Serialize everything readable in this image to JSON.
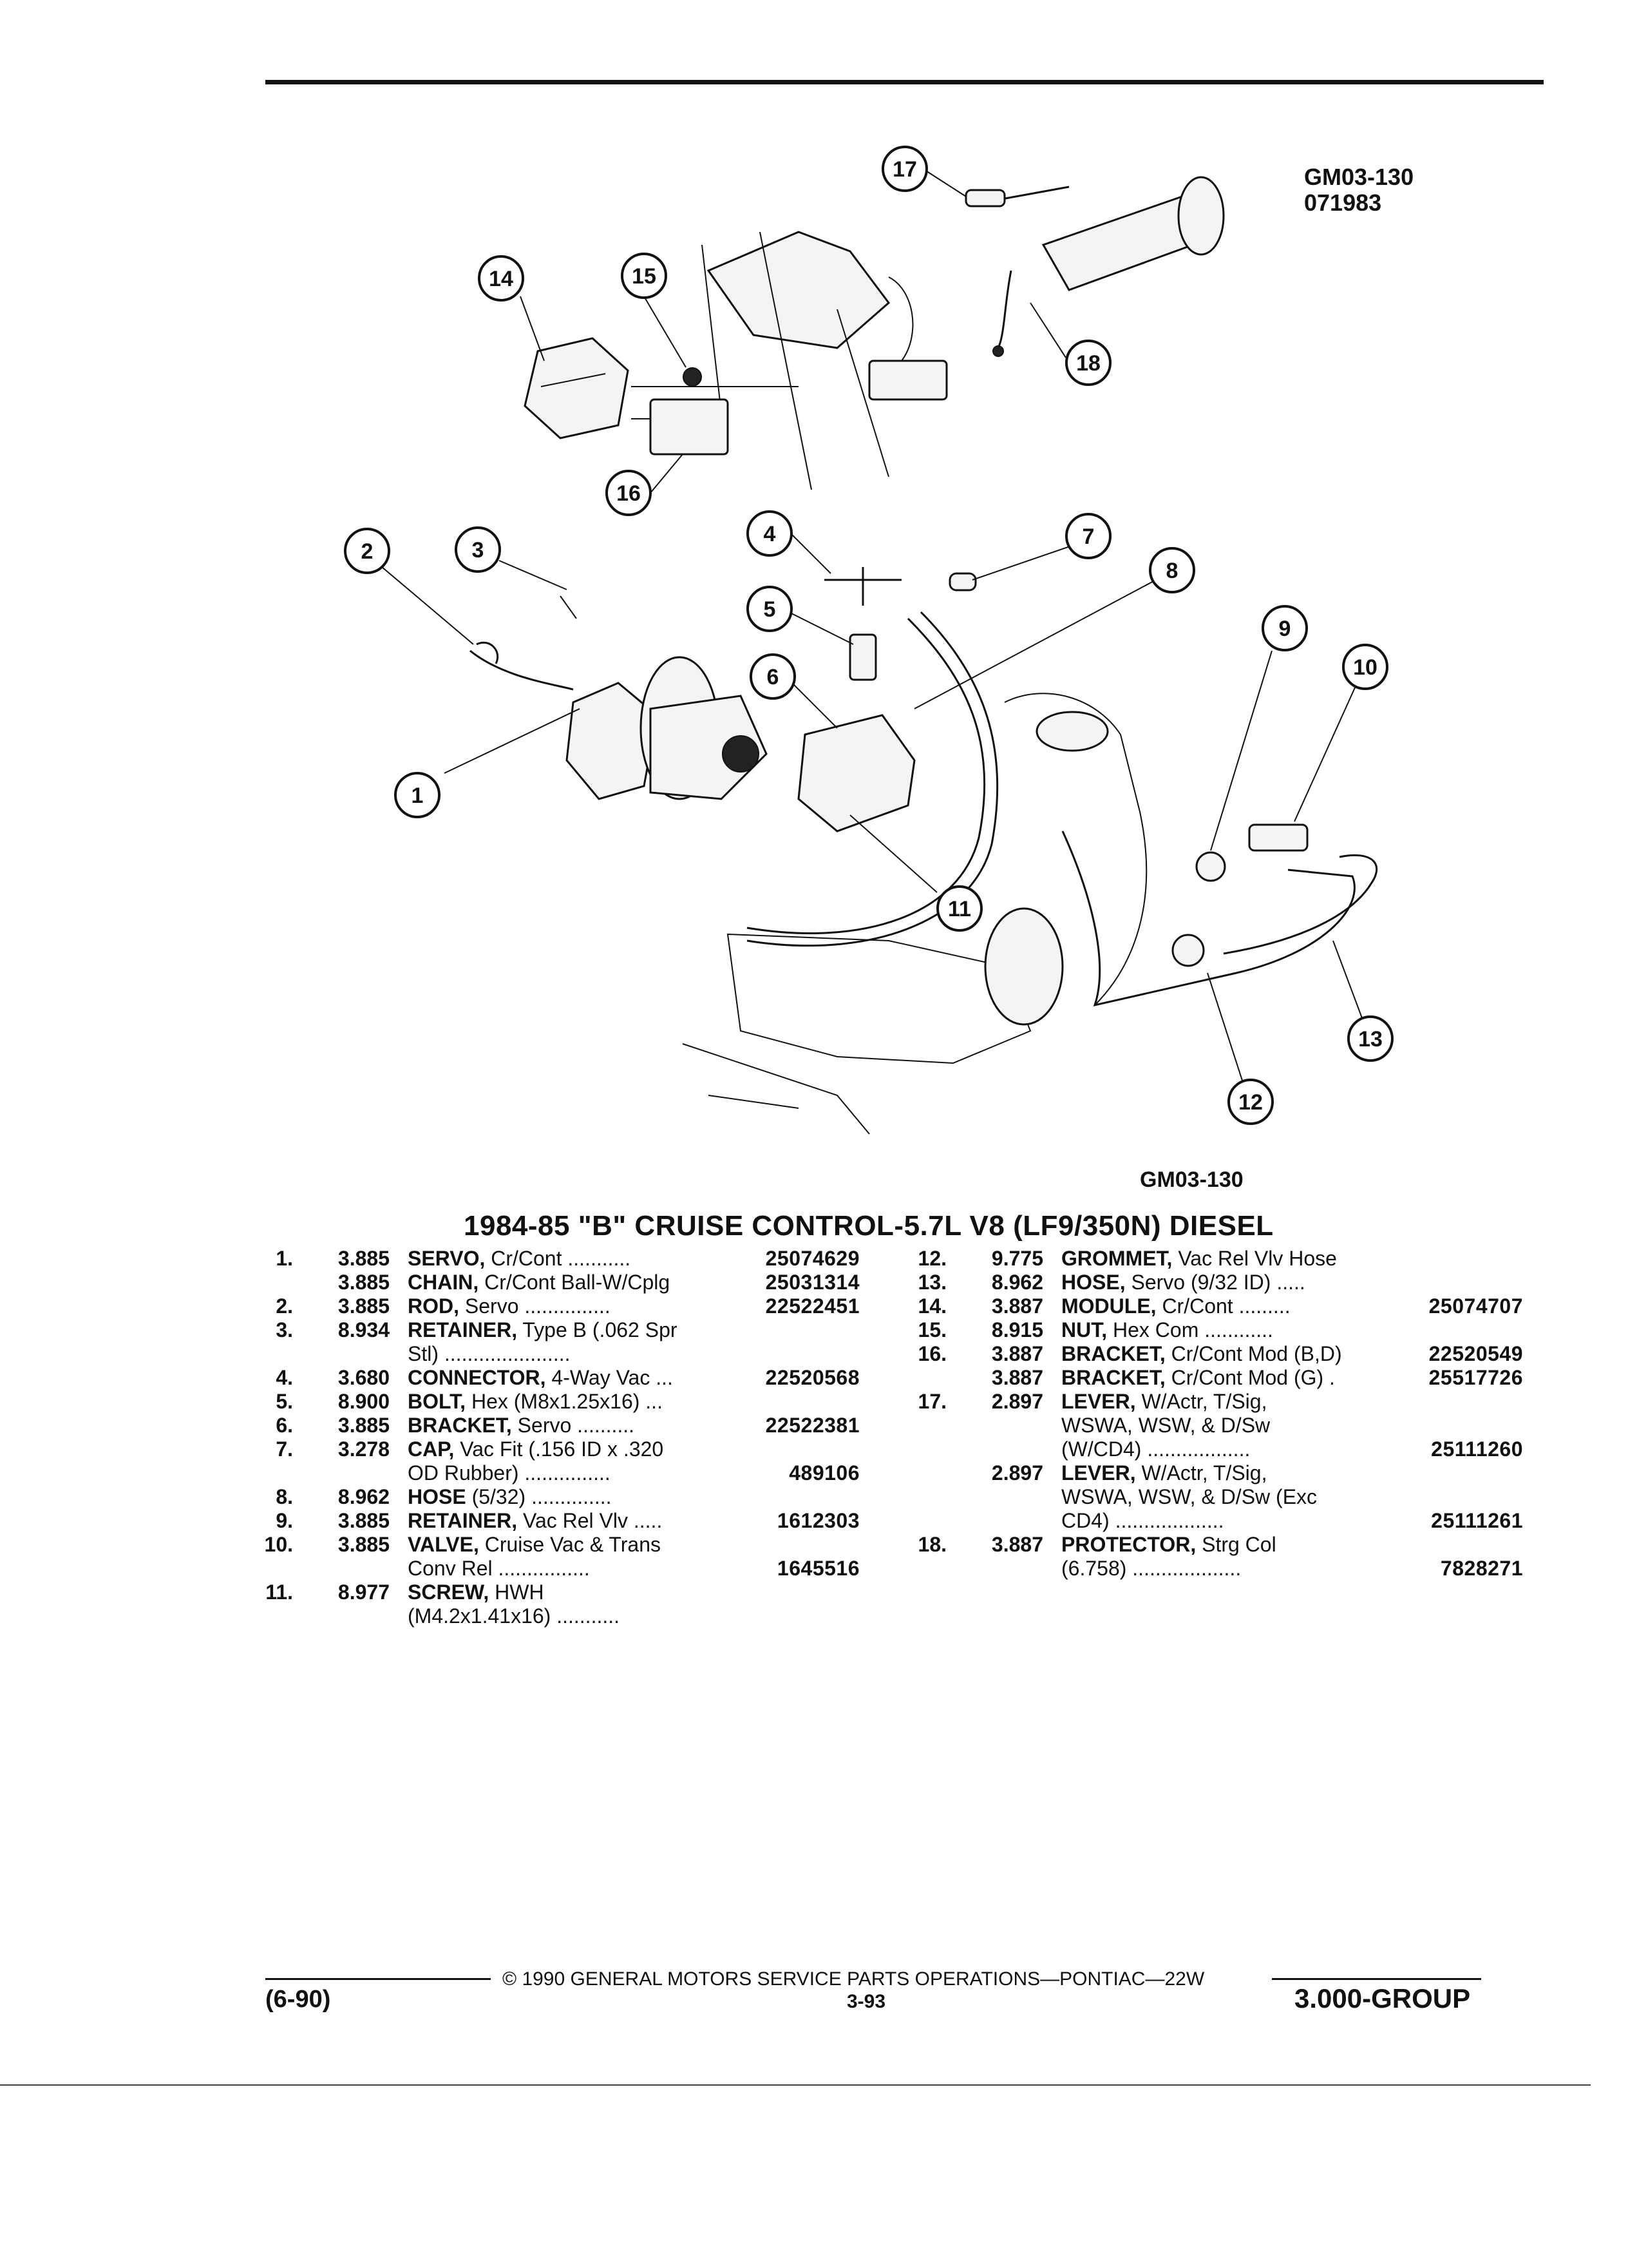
{
  "figure": {
    "id_line1": "GM03-130",
    "id_line2": "071983",
    "caption": "GM03-130",
    "callouts": [
      "1",
      "2",
      "3",
      "4",
      "5",
      "6",
      "7",
      "8",
      "9",
      "10",
      "11",
      "12",
      "13",
      "14",
      "15",
      "16",
      "17",
      "18"
    ]
  },
  "title": "1984-85 \"B\" CRUISE CONTROL-5.7L V8 (LF9/350N) DIESEL",
  "left_column": [
    {
      "num": "1.",
      "grp": "3.885",
      "name": "SERVO,",
      "desc": " Cr/Cont ...........",
      "pn": "25074629"
    },
    {
      "num": "",
      "grp": "3.885",
      "name": "CHAIN,",
      "desc": " Cr/Cont Ball-W/Cplg",
      "pn": "25031314"
    },
    {
      "num": "2.",
      "grp": "3.885",
      "name": "ROD,",
      "desc": " Servo ...............",
      "pn": "22522451"
    },
    {
      "num": "3.",
      "grp": "8.934",
      "name": "RETAINER,",
      "desc": " Type B (.062 Spr",
      "pn": ""
    },
    {
      "num": "",
      "grp": "",
      "name": "",
      "desc": "Stl) ......................",
      "pn": ""
    },
    {
      "num": "4.",
      "grp": "3.680",
      "name": "CONNECTOR,",
      "desc": " 4-Way Vac ...",
      "pn": "22520568"
    },
    {
      "num": "5.",
      "grp": "8.900",
      "name": "BOLT,",
      "desc": " Hex (M8x1.25x16) ...",
      "pn": ""
    },
    {
      "num": "6.",
      "grp": "3.885",
      "name": "BRACKET,",
      "desc": " Servo ..........",
      "pn": "22522381"
    },
    {
      "num": "7.",
      "grp": "3.278",
      "name": "CAP,",
      "desc": " Vac Fit (.156 ID x .320",
      "pn": ""
    },
    {
      "num": "",
      "grp": "",
      "name": "",
      "desc": "OD Rubber) ...............",
      "pn": "489106"
    },
    {
      "num": "8.",
      "grp": "8.962",
      "name": "HOSE",
      "desc": " (5/32) ..............",
      "pn": ""
    },
    {
      "num": "9.",
      "grp": "3.885",
      "name": "RETAINER,",
      "desc": " Vac Rel Vlv .....",
      "pn": "1612303"
    },
    {
      "num": "10.",
      "grp": "3.885",
      "name": "VALVE,",
      "desc": " Cruise Vac & Trans",
      "pn": ""
    },
    {
      "num": "",
      "grp": "",
      "name": "",
      "desc": "Conv Rel ................",
      "pn": "1645516"
    },
    {
      "num": "11.",
      "grp": "8.977",
      "name": "SCREW,",
      "desc": " HWH",
      "pn": ""
    },
    {
      "num": "",
      "grp": "",
      "name": "",
      "desc": "(M4.2x1.41x16) ...........",
      "pn": ""
    }
  ],
  "right_column": [
    {
      "num": "12.",
      "grp": "9.775",
      "name": "GROMMET,",
      "desc": " Vac Rel Vlv Hose",
      "pn": ""
    },
    {
      "num": "13.",
      "grp": "8.962",
      "name": "HOSE,",
      "desc": " Servo (9/32 ID) .....",
      "pn": ""
    },
    {
      "num": "14.",
      "grp": "3.887",
      "name": "MODULE,",
      "desc": " Cr/Cont .........",
      "pn": "25074707"
    },
    {
      "num": "15.",
      "grp": "8.915",
      "name": "NUT,",
      "desc": " Hex Com ............",
      "pn": ""
    },
    {
      "num": "16.",
      "grp": "3.887",
      "name": "BRACKET,",
      "desc": " Cr/Cont Mod (B,D)",
      "pn": "22520549"
    },
    {
      "num": "",
      "grp": "3.887",
      "name": "BRACKET,",
      "desc": " Cr/Cont Mod (G) .",
      "pn": "25517726"
    },
    {
      "num": "17.",
      "grp": "2.897",
      "name": "LEVER,",
      "desc": " W/Actr, T/Sig,",
      "pn": ""
    },
    {
      "num": "",
      "grp": "",
      "name": "",
      "desc": "WSWA, WSW, & D/Sw",
      "pn": ""
    },
    {
      "num": "",
      "grp": "",
      "name": "",
      "desc": "(W/CD4) ..................",
      "pn": "25111260"
    },
    {
      "num": "",
      "grp": "2.897",
      "name": "LEVER,",
      "desc": " W/Actr, T/Sig,",
      "pn": ""
    },
    {
      "num": "",
      "grp": "",
      "name": "",
      "desc": "WSWA, WSW, & D/Sw (Exc",
      "pn": ""
    },
    {
      "num": "",
      "grp": "",
      "name": "",
      "desc": "CD4) ...................",
      "pn": "25111261"
    },
    {
      "num": "18.",
      "grp": "3.887",
      "name": "PROTECTOR,",
      "desc": " Strg Col",
      "pn": ""
    },
    {
      "num": "",
      "grp": "",
      "name": "",
      "desc": "(6.758) ...................",
      "pn": "7828271"
    }
  ],
  "footer": {
    "copyright": "© 1990 GENERAL MOTORS SERVICE PARTS OPERATIONS—PONTIAC—22W",
    "date": "(6-90)",
    "page": "3-93",
    "group": "3.000-GROUP"
  }
}
